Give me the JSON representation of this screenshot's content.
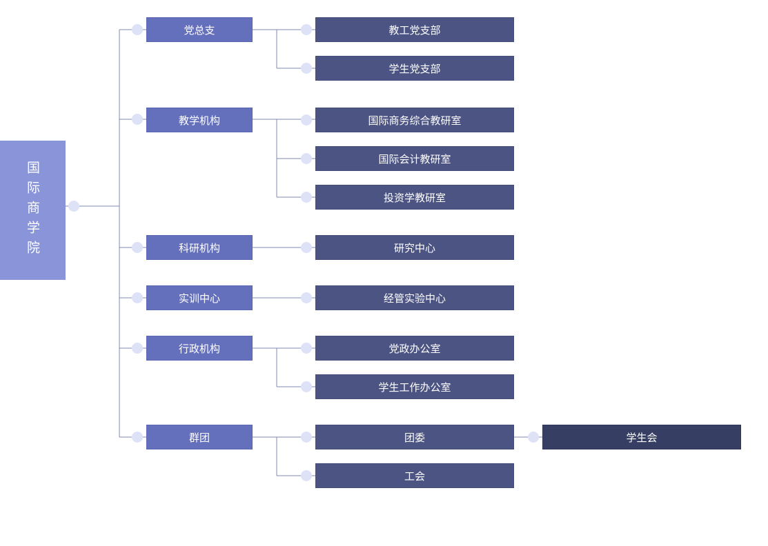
{
  "root": {
    "label": "国际商学院"
  },
  "branches": [
    {
      "label": "党总支",
      "children": [
        {
          "label": "教工党支部"
        },
        {
          "label": "学生党支部"
        }
      ]
    },
    {
      "label": "教学机构",
      "children": [
        {
          "label": "国际商务综合教研室"
        },
        {
          "label": "国际会计教研室"
        },
        {
          "label": "投资学教研室"
        }
      ]
    },
    {
      "label": "科研机构",
      "children": [
        {
          "label": "研究中心"
        }
      ]
    },
    {
      "label": "实训中心",
      "children": [
        {
          "label": "经管实验中心"
        }
      ]
    },
    {
      "label": "行政机构",
      "children": [
        {
          "label": "党政办公室"
        },
        {
          "label": "学生工作办公室"
        }
      ]
    },
    {
      "label": "群团",
      "children": [
        {
          "label": "团委",
          "children": [
            {
              "label": "学生会"
            }
          ]
        },
        {
          "label": "工会"
        }
      ]
    }
  ],
  "colors": {
    "root": "#8a94d8",
    "level1": "#6470bc",
    "level2": "#4c5484",
    "level3": "#373e64",
    "connector": "#7f89b3",
    "dot": "#dde2f7"
  }
}
